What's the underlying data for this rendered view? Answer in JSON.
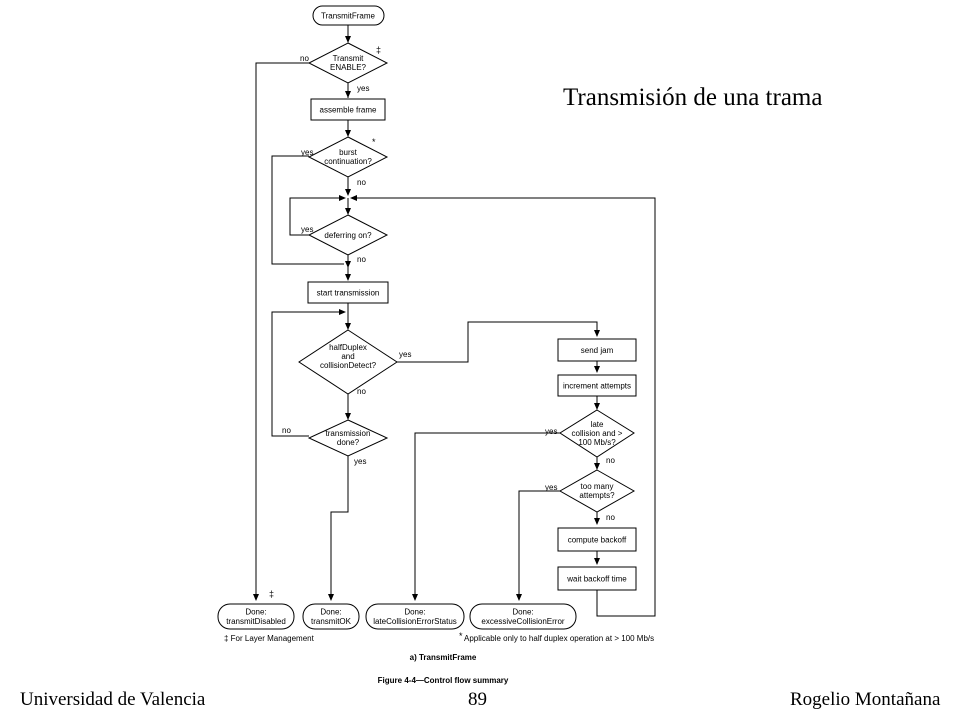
{
  "slide": {
    "title": "Transmisión de una trama",
    "footer_left": "Universidad de Valencia",
    "page_number": "89",
    "footer_right": "Rogelio Montañana"
  },
  "flowchart": {
    "start": "TransmitFrame",
    "q_transmit_enable": [
      "Transmit",
      "ENABLE?"
    ],
    "assemble_frame": "assemble frame",
    "q_burst_continuation": [
      "burst",
      "continuation?"
    ],
    "q_deferring_on": "deferring on?",
    "start_transmission": "start transmission",
    "q_half_duplex": [
      "halfDuplex",
      "and",
      "collisionDetect?"
    ],
    "q_transmission_done": [
      "transmission",
      "done?"
    ],
    "send_jam": "send jam",
    "increment_attempts": "increment attempts",
    "q_late_collision": [
      "late",
      "collision and >",
      "100 Mb/s?"
    ],
    "q_too_many_attempts": [
      "too many",
      "attempts?"
    ],
    "compute_backoff": "compute backoff",
    "wait_backoff_time": "wait backoff time",
    "done_transmit_disabled": [
      "Done:",
      "transmitDisabled"
    ],
    "done_transmit_ok": [
      "Done:",
      "transmitOK"
    ],
    "done_late_collision": [
      "Done:",
      "lateCollisionErrorStatus"
    ],
    "done_excessive_collision": [
      "Done:",
      "excessiveCollisionError"
    ],
    "label_yes": "yes",
    "label_no": "no",
    "mark_double_dagger": "‡",
    "mark_asterisk": "*",
    "footnote_layer_management": "‡ For Layer Management",
    "footnote_asterisk": "Applicable only to half duplex operation at > 100 Mb/s",
    "subcaption": "a) TransmitFrame",
    "figure_caption": "Figure 4-4—Control flow summary"
  }
}
